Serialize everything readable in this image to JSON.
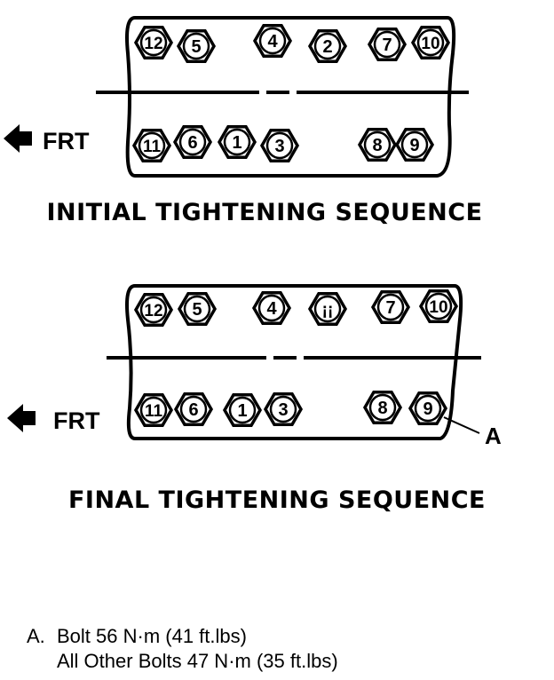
{
  "diagram": {
    "front_label": "FRT",
    "callout_label": "A",
    "panels": [
      {
        "caption": "INITIAL TIGHTENING SEQUENCE",
        "top_bolts": [
          "12",
          "5",
          "4",
          "2",
          "7",
          "10"
        ],
        "bottom_bolts": [
          "11",
          "6",
          "1",
          "3",
          "8",
          "9"
        ]
      },
      {
        "caption": "FINAL TIGHTENING SEQUENCE",
        "top_bolts": [
          "12",
          "5",
          "4",
          "¡¡",
          "7",
          "10"
        ],
        "bottom_bolts": [
          "11",
          "6",
          "1",
          "3",
          "8",
          "9"
        ]
      }
    ]
  },
  "notes": {
    "tag": "A.",
    "line1": "Bolt 56 N·m (41 ft.lbs)",
    "line2": "All Other Bolts 47 N·m (35 ft.lbs)"
  }
}
